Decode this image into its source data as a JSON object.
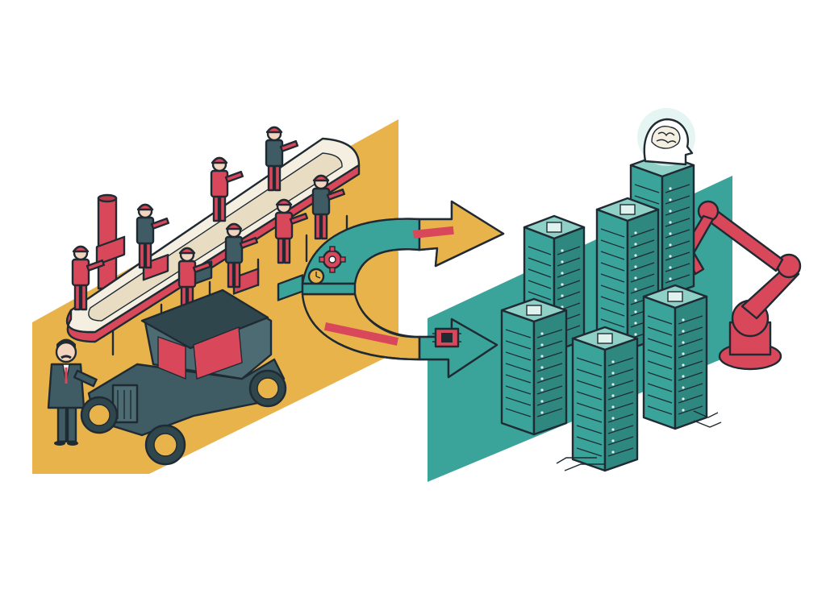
{
  "palette": {
    "mustard": "#e8b34a",
    "teal": "#3aa39a",
    "teal_light": "#8fd0c6",
    "crimson": "#d8485a",
    "slate": "#3f5b63",
    "ink": "#1f2a33",
    "cream": "#f5efe2",
    "background": "#ffffff"
  },
  "scene": {
    "left_panel": {
      "subject": "assembly-line",
      "workers": 8,
      "vehicle": "vintage-car",
      "figure": "man-in-suit"
    },
    "cycle": {
      "arrows": 2,
      "icons": [
        "gear-icon",
        "clock-icon",
        "microchip-icon"
      ]
    },
    "right_panel": {
      "subject": "data-center",
      "server_towers": 6,
      "head_icon": "brain-head-icon",
      "robot": "robotic-arm"
    }
  }
}
